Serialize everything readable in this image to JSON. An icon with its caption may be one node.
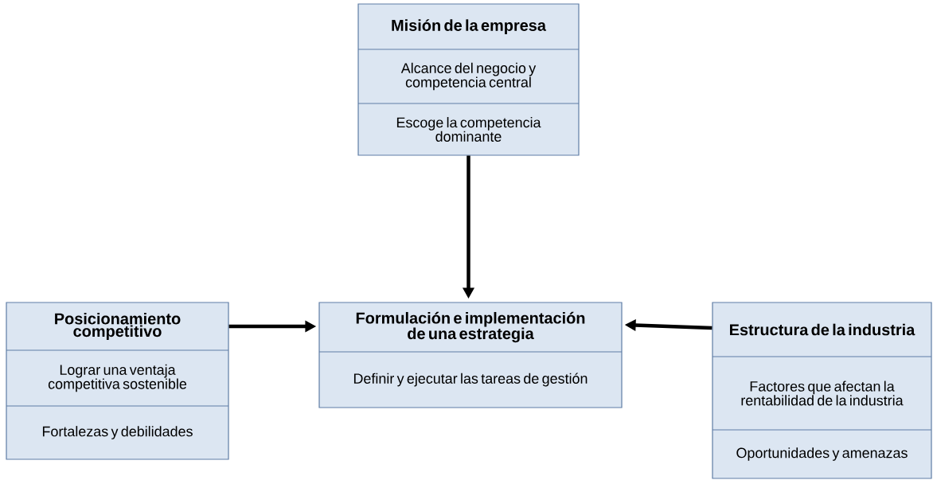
{
  "diagram": {
    "nodes": [
      {
        "text": [
          "Misión de la empresa",
          "Alcance del negocio y competencia central",
          "Escoge la competencia dominante"
        ]
      },
      {
        "text": [
          "Posicionamiento competitivo",
          "Lograr una ventaja competitiva sostenible",
          "Fortalezas y debilidades"
        ]
      },
      {
        "text": [
          "Formulación e implementación de una estrategia",
          "Definir y ejecutar las tareas de gestión"
        ]
      },
      {
        "text": [
          "Estructura de la industria",
          "Factores que afectan la rentabilidad de la industria",
          "Oportunidades y amenazas"
        ]
      }
    ],
    "edges": [
      {
        "from": 0,
        "to": 2,
        "arrow": "to"
      },
      {
        "from": 1,
        "to": 2,
        "arrow": "to"
      },
      {
        "from": 3,
        "to": 2,
        "arrow": "to"
      }
    ]
  }
}
